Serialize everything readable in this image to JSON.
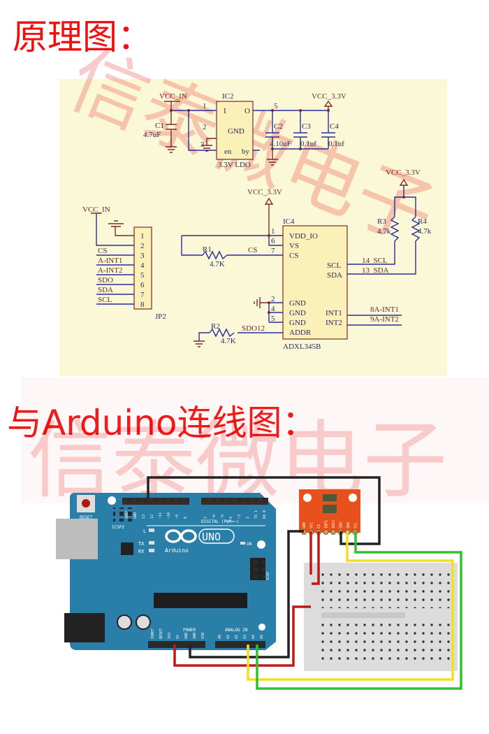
{
  "titles": {
    "schematic": "原理图：",
    "wiring": "与Arduino连线图："
  },
  "watermark": "信泰微电子",
  "colors": {
    "title": "#f01010",
    "panel": "#fbf8d8",
    "board": "#2a7fa8",
    "sensor": "#e8501c"
  },
  "schematic": {
    "ldo": {
      "vcc_in": "VCC_IN",
      "ic": "IC2",
      "pin_i": "I",
      "pin_o": "O",
      "pin_gnd": "GND",
      "pin_en": "en",
      "pin_by": "by",
      "part": "3.3V LDO",
      "n1": "1",
      "n2": "2",
      "n3": "3",
      "n5": "5",
      "c1": "C1",
      "c1v": "4.7uF",
      "c2": "C2",
      "c2v": "4.10uF",
      "c3": "C3",
      "c3v": "0.1uf",
      "c4": "C4",
      "c4v": "0.1uf",
      "vcc33": "VCC_3.3V"
    },
    "jp2": {
      "vcc_in": "VCC_IN",
      "name": "JP2",
      "pins": [
        "1",
        "2",
        "3",
        "4",
        "5",
        "6",
        "7",
        "8"
      ],
      "nets": [
        "CS",
        "A-INT1",
        "A-INT2",
        "SDO",
        "SDA",
        "SCL"
      ]
    },
    "ic4": {
      "name": "IC4",
      "part": "ADXL345B",
      "vcc33": "VCC_3.3V",
      "vcc33_b": "VCC_3.3V",
      "left_pins": [
        "VDD_IO",
        "VS",
        "CS",
        "GND",
        "GND",
        "GND",
        "ADDR"
      ],
      "left_nums": [
        "1",
        "6",
        "7",
        "2",
        "4",
        "5"
      ],
      "sdo": "SDO12",
      "right_pins": [
        "SCL",
        "SDA",
        "INT1",
        "INT2"
      ],
      "right_nets": [
        "14  SCL",
        "13  SDA",
        "8A-INT1",
        "9A-INT2"
      ],
      "r1": "R1",
      "r1v": "4.7K",
      "cs": "CS",
      "r2": "R2",
      "r2v": "4.7K",
      "r3": "R3",
      "r3v": "4.7k",
      "r4": "R4",
      "r4v": "4.7k"
    }
  },
  "arduino": {
    "reset": "RESET",
    "icsp2": "ICSP2",
    "icsp": "ICSP",
    "l": "L",
    "tx": "TX",
    "rx": "RX",
    "on": "ON",
    "uno": "UNO",
    "brand": "Arduino",
    "digital": "DIGITAL (PWM=~)",
    "digital_pins": [
      "AREF",
      "GND",
      "13",
      "12",
      "~11",
      "~10",
      "~9",
      "8",
      "7",
      "~6",
      "~5",
      "4",
      "~3",
      "2",
      "TX 1",
      "RX 0"
    ],
    "power": "POWER",
    "power_pins": [
      "IOREF",
      "RESET",
      "3V3",
      "5V",
      "GND",
      "GND",
      "VIN"
    ],
    "analog": "ANALOG IN",
    "analog_pins": [
      "A0",
      "A1",
      "A2",
      "A3",
      "A4",
      "A5"
    ]
  },
  "sensor": {
    "pins": [
      "GND",
      "VCC",
      "CS",
      "INT1",
      "INT2",
      "SDO",
      "SDA",
      "SCL"
    ]
  }
}
